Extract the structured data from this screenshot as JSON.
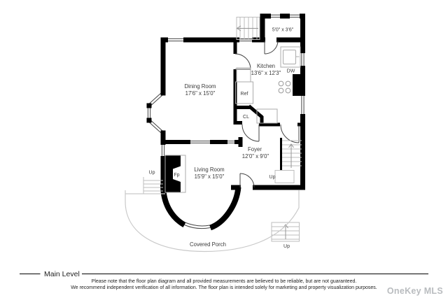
{
  "floor_plan": {
    "rooms": [
      {
        "name": "Kitchen",
        "dims": "13'6\" x 12'3\""
      },
      {
        "name": "Dining Room",
        "dims": "17'6\" x 15'0\""
      },
      {
        "name": "Foyer",
        "dims": "12'0\" x 9'0\""
      },
      {
        "name": "Living Room",
        "dims": "15'9\" x 15'0\""
      },
      {
        "name": "Covered Porch",
        "dims": ""
      }
    ],
    "small_room": {
      "dims": "5'0\" x 3'6\""
    },
    "fixtures": {
      "dishwasher": "DW",
      "refrigerator": "Ref",
      "closet": "CL",
      "fireplace": "Fp"
    },
    "stairs": {
      "left_up": "Up",
      "foyer_up": "Up",
      "porch_up": "Up"
    },
    "footer": {
      "level_label": "Main Level",
      "disclaimer_line1": "Please note that the floor plan diagram and all provided measurements are believed to be reliable, but are not guaranteed.",
      "disclaimer_line2": "We recommend independent verification of all information. The floor plan is intended solely for marketing and property visualization purposes.",
      "watermark": "OneKey MLS"
    },
    "colors": {
      "wall": "#000000",
      "fixture_line": "#ababab",
      "stair_line": "#bdbdbd",
      "porch_line": "#c9c9c9",
      "text": "#3a3a3a",
      "watermark": "#b9bcbf"
    }
  }
}
